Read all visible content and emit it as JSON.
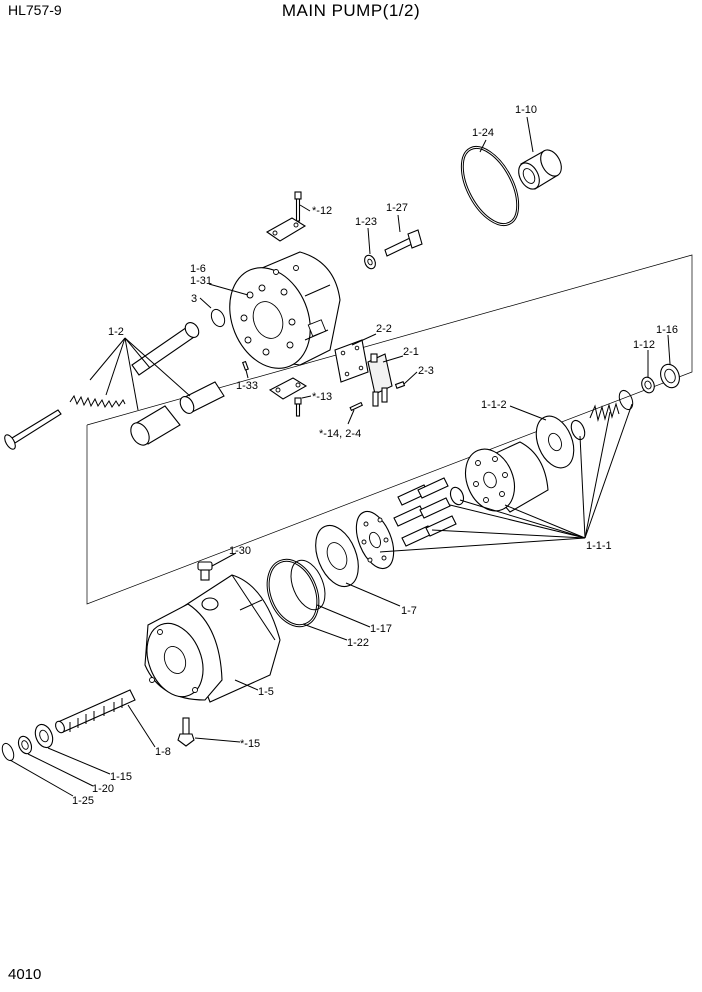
{
  "header": {
    "model": "HL757-9",
    "title": "MAIN PUMP(1/2)"
  },
  "footer": {
    "page_number": "4010"
  },
  "callouts": {
    "c_1_10": "1-10",
    "c_1_24": "1-24",
    "c_12": "*-12",
    "c_1_27": "1-27",
    "c_1_23": "1-23",
    "c_1_6": "1-6",
    "c_1_31": "1-31",
    "c_3": "3",
    "c_1_2": "1-2",
    "c_2_2": "2-2",
    "c_2_1": "2-1",
    "c_2_3": "2-3",
    "c_1_33": "1-33",
    "c_13": "*-13",
    "c_14_24": "*-14, 2-4",
    "c_1_16": "1-16",
    "c_1_12": "1-12",
    "c_1_1_2": "1-1-2",
    "c_1_1_1": "1-1-1",
    "c_1_30": "1-30",
    "c_1_7": "1-7",
    "c_1_17": "1-17",
    "c_1_22": "1-22",
    "c_1_5": "1-5",
    "c_1_8": "1-8",
    "c_15": "*-15",
    "c_1_15": "1-15",
    "c_1_20": "1-20",
    "c_1_25": "1-25"
  }
}
